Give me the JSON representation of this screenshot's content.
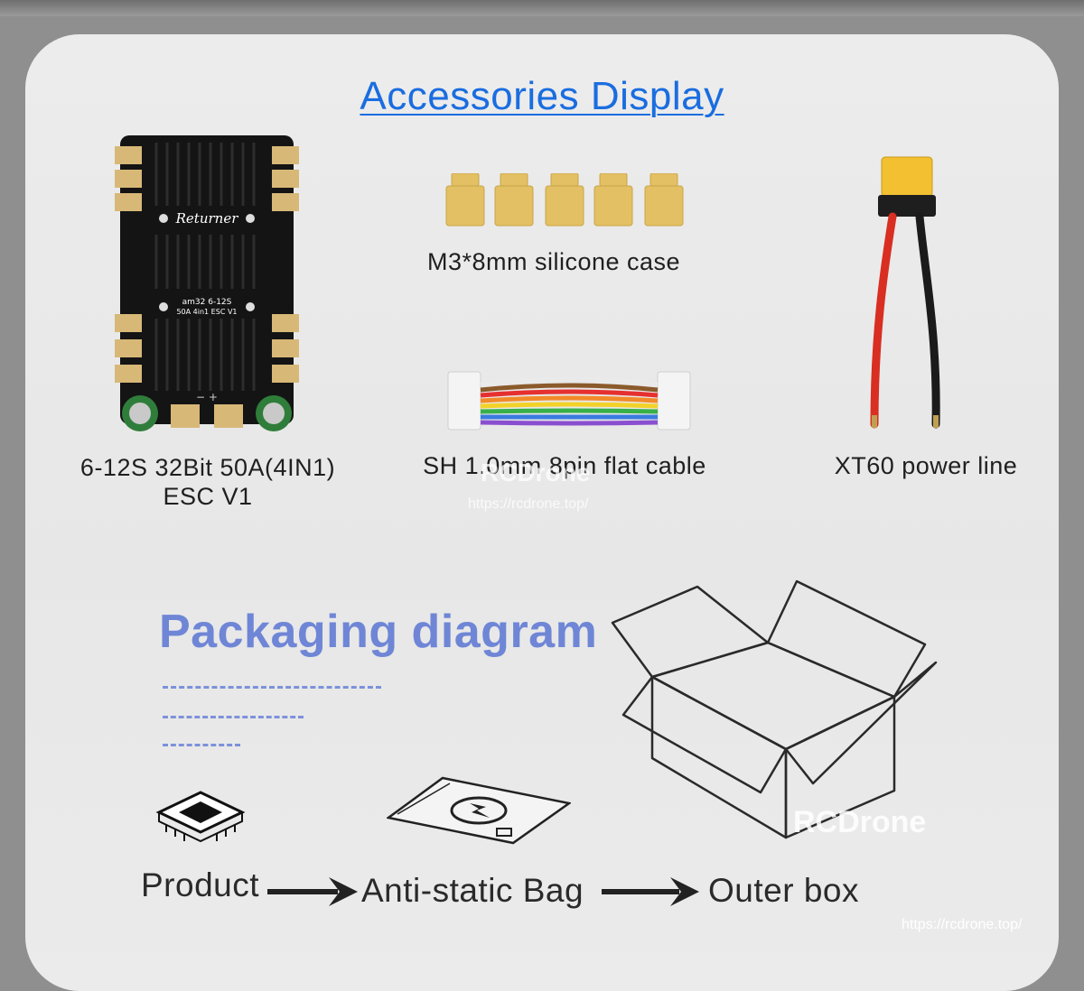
{
  "accessories": {
    "title": "Accessories Display",
    "esc_caption_line1": "6-12S 32Bit 50A(4IN1)",
    "esc_caption_line2": "ESC V1",
    "silicone_caption": "M3*8mm silicone case",
    "cable_caption": "SH 1.0mm 8pin flat cable",
    "xt60_caption": "XT60 power line",
    "esc_brand": "Returner",
    "esc_model_line1": "am32 6-12S",
    "esc_model_line2": "50A 4in1 ESC V1",
    "esc_polarity": "− +"
  },
  "packaging": {
    "title": "Packaging diagram",
    "steps": [
      "Product",
      "Anti-static Bag",
      "Outer box"
    ]
  },
  "watermarks": {
    "center_brand": "RCDrone",
    "center_url": "https://rcdrone.top/",
    "box_brand": "RCDrone",
    "footer_url": "https://rcdrone.top/"
  },
  "colors": {
    "title_blue": "#1a6de0",
    "pkg_blue": "#6f86d6",
    "silicone_yellow": "#e3c063",
    "connector_yellow": "#f2c031",
    "pad_gold": "#d7b877"
  }
}
